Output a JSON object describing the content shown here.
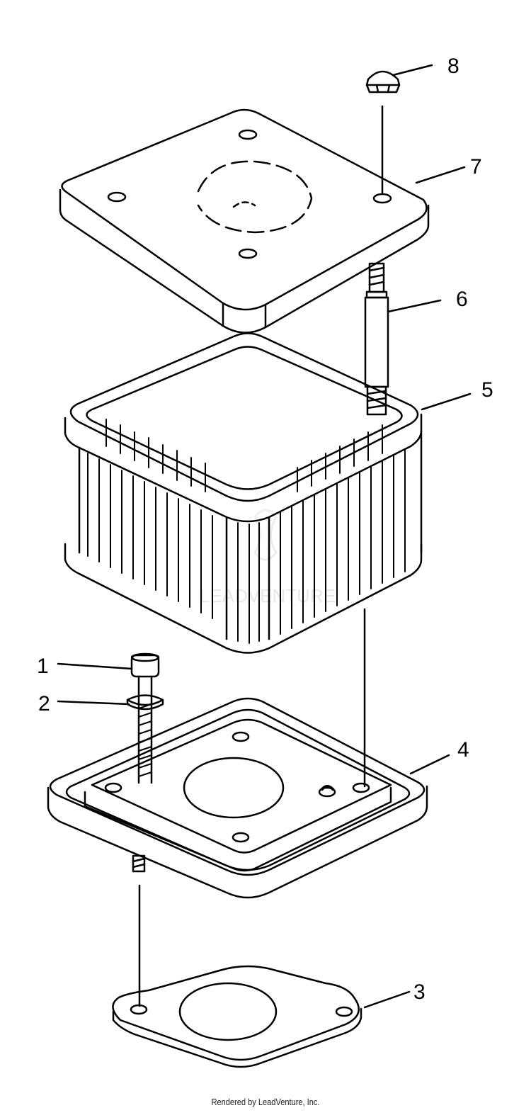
{
  "callouts": [
    {
      "label": "1"
    },
    {
      "label": "2"
    },
    {
      "label": "3"
    },
    {
      "label": "4"
    },
    {
      "label": "5"
    },
    {
      "label": "6"
    },
    {
      "label": "7"
    },
    {
      "label": "8"
    }
  ],
  "watermark": "LEADVENTURE",
  "footer": "Rendered by LeadVenture, Inc."
}
